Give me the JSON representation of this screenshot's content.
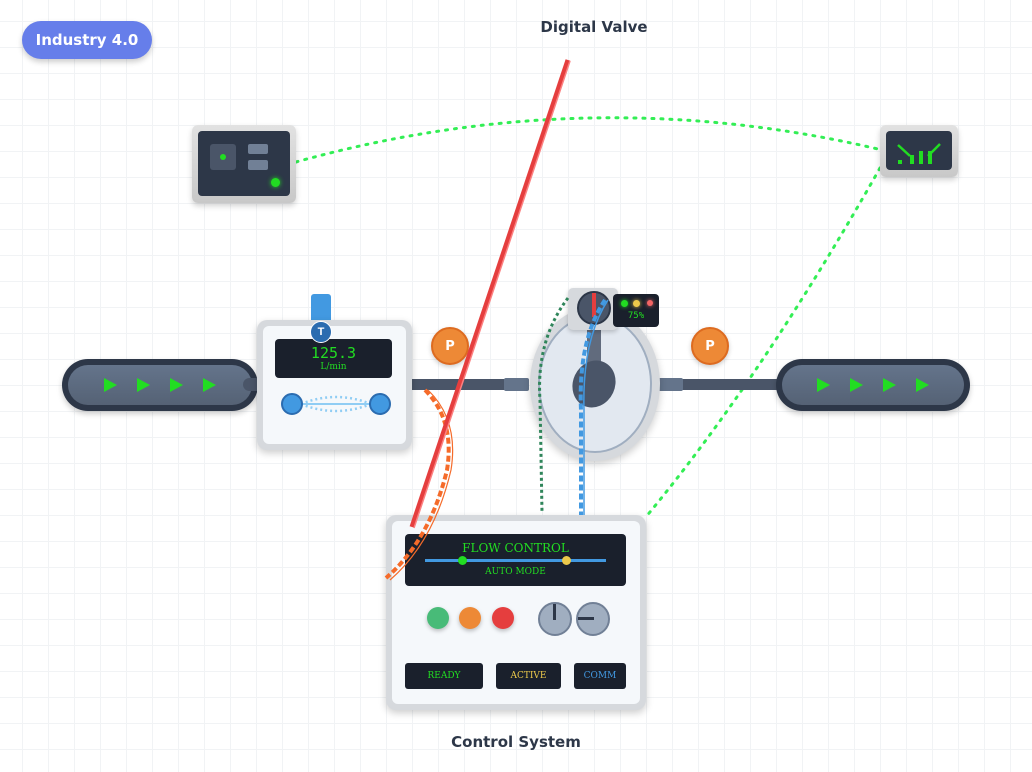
{
  "badge": {
    "label": "Industry 4.0"
  },
  "titles": {
    "valve": "Digital Valve",
    "control": "Control System"
  },
  "flowmeter": {
    "value": "125.3",
    "unit": "L/min",
    "sensor_label": "T"
  },
  "pumps": [
    {
      "label": "P"
    },
    {
      "label": "P"
    }
  ],
  "valve": {
    "opening_label": "75%",
    "opening_percent": 75,
    "leds": [
      "#22dd22",
      "#ecc94b",
      "#f56565"
    ]
  },
  "control_panel": {
    "display_title": "FLOW CONTROL",
    "display_mode": "AUTO MODE",
    "lamps": [
      "#48bb78",
      "#ed8936",
      "#e53e3e"
    ],
    "status_buttons": [
      {
        "label": "READY",
        "color": "#22dd22"
      },
      {
        "label": "ACTIVE",
        "color": "#ecc94b"
      },
      {
        "label": "COMM",
        "color": "#4299e1"
      }
    ]
  },
  "colors": {
    "accent": "#667eea",
    "led_green": "#22dd22",
    "pipe": "#4a5568",
    "pump": "#ed8936",
    "alert_line": "#e53e3e",
    "signal_blue": "#4299e1",
    "signal_orange": "#f56b2a",
    "signal_dark_green": "#2f855a"
  }
}
